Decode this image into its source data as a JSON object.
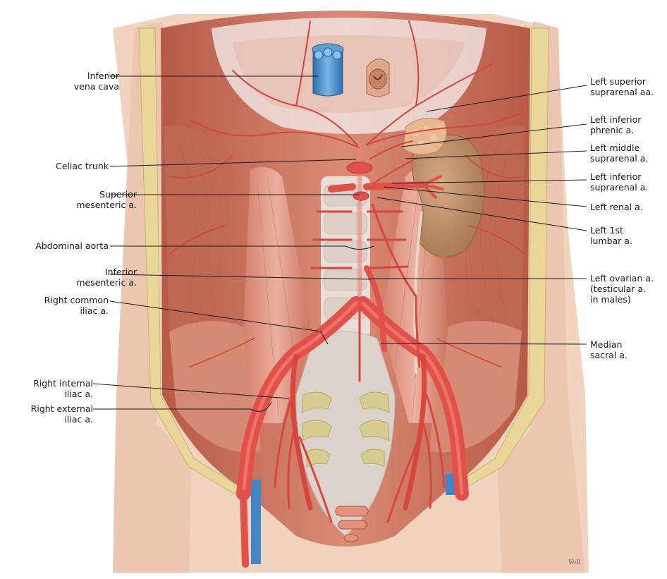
{
  "labels": {
    "ivc": [
      "Inferior",
      "vena cava"
    ],
    "celiac": [
      "Celiac trunk"
    ],
    "sma": [
      "Superior",
      "mesenteric a."
    ],
    "aorta": [
      "Abdominal aorta"
    ],
    "ima": [
      "Inferior",
      "mesenteric a."
    ],
    "rci": [
      "Right common",
      "iliac a."
    ],
    "rii": [
      "Right internal",
      "iliac a."
    ],
    "rei": [
      "Right external",
      "iliac a."
    ],
    "lss": [
      "Left superior",
      "suprarenal aa."
    ],
    "lip": [
      "Left inferior",
      "phrenic a."
    ],
    "lms": [
      "Left middle",
      "suprarenal a."
    ],
    "lis": [
      "Left inferior",
      "suprarenal a."
    ],
    "lrenal": [
      "Left renal a."
    ],
    "llumbar": [
      "Left 1st",
      "lumbar a."
    ],
    "lovarian": [
      "Left ovarian a.",
      "(testicular a.",
      "in males)"
    ],
    "sacral": [
      "Median",
      "sacral a."
    ]
  },
  "signature": "Voll",
  "colors": {
    "artery": "#e2504a",
    "artery_dark": "#b8332f",
    "vein": "#3f86c8",
    "muscle": "#c9705c",
    "muscle_light": "#e6a594",
    "fascia": "#eee4df",
    "kidney": "#b98a64",
    "bone": "#d8cc8e",
    "skin": "#f1d3c0"
  }
}
